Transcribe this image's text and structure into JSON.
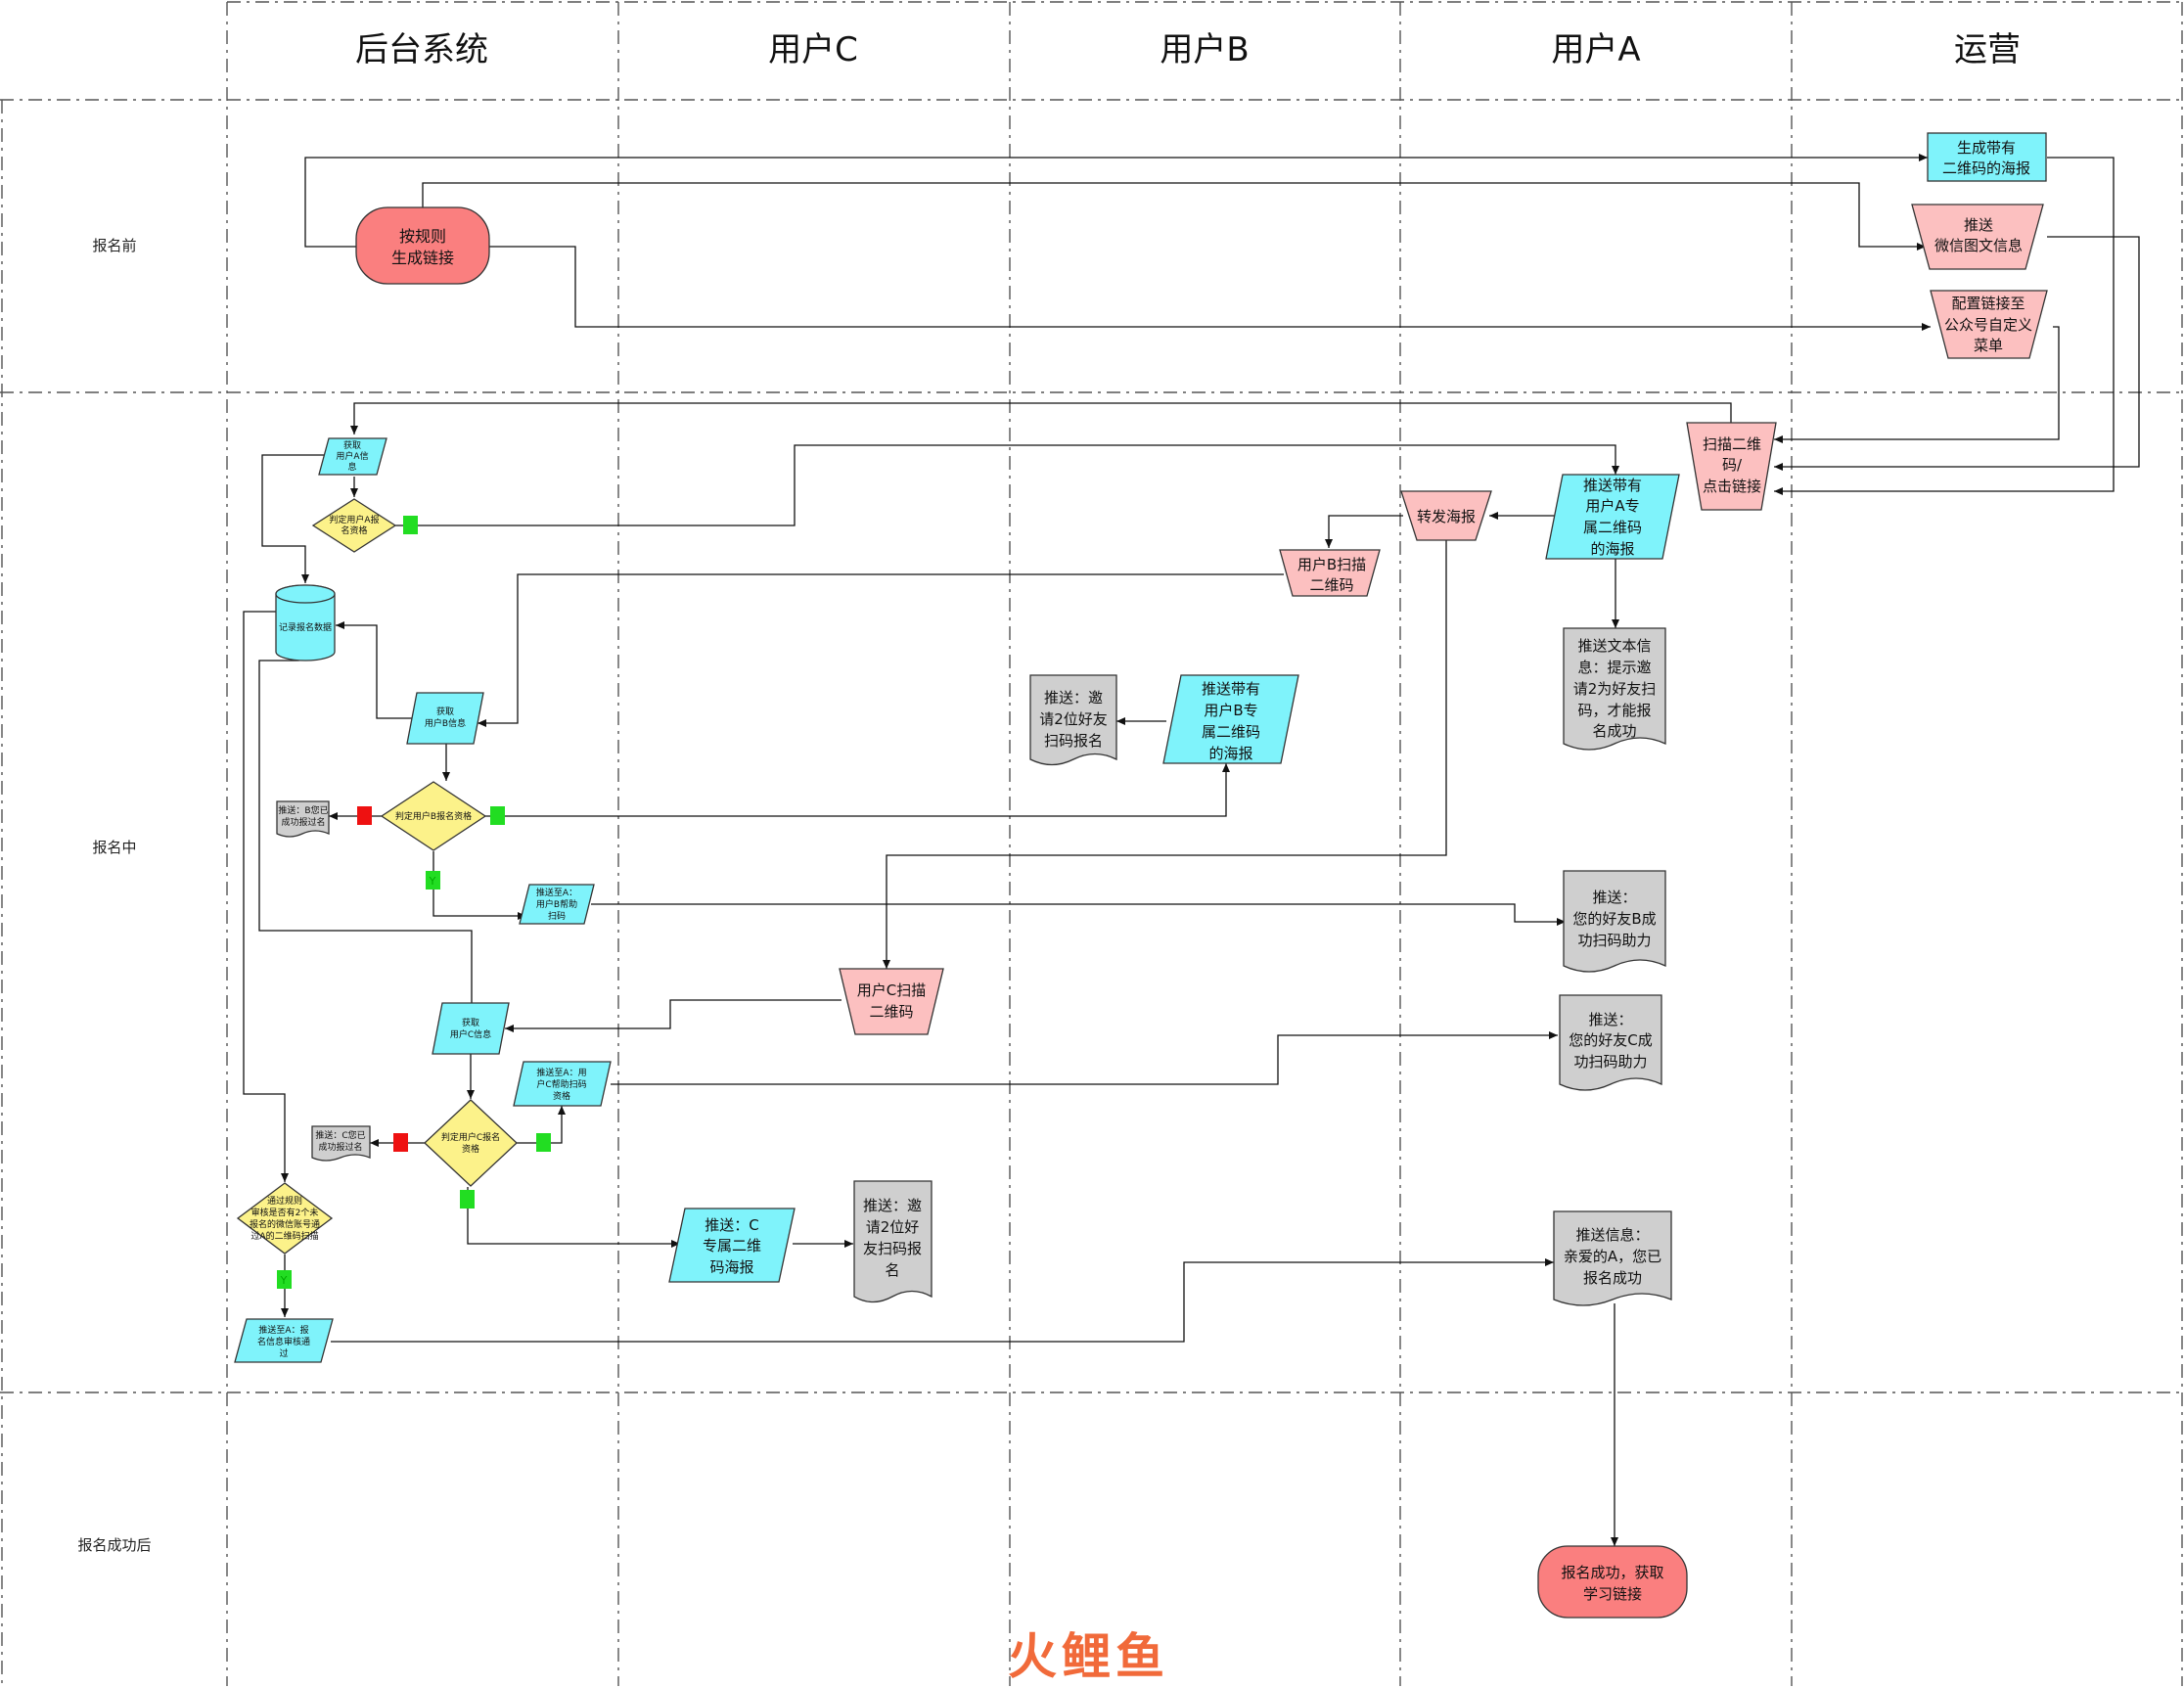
{
  "lanes": [
    "后台系统",
    "用户C",
    "用户B",
    "用户A",
    "运营"
  ],
  "rows": [
    "报名前",
    "报名中",
    "报名成功后"
  ],
  "nodes": {
    "gen_link": [
      "按规则",
      "生成链接"
    ],
    "gen_poster": [
      "生成带有",
      "二维码的海报"
    ],
    "push_wechat": [
      "推送",
      "微信图文信息"
    ],
    "config_menu": [
      "配置链接至",
      "公众号自定义",
      "菜单"
    ],
    "scan_click": [
      "扫描二维",
      "码/",
      "点击链接"
    ],
    "push_a_poster": [
      "推送带有",
      "用户A专",
      "属二维码",
      "的海报"
    ],
    "forward_poster": [
      "转发海报"
    ],
    "b_scan": [
      "用户B扫描",
      "二维码"
    ],
    "push_text_a": [
      "推送文本信",
      "息：提示邀",
      "请2为好友扫",
      "码，才能报",
      "名成功"
    ],
    "push_b_poster": [
      "推送带有",
      "用户B专",
      "属二维码",
      "的海报"
    ],
    "invite_b": [
      "推送：邀",
      "请2位好友",
      "扫码报名"
    ],
    "get_a": [
      "获取",
      "用户A信",
      "息"
    ],
    "judge_a": [
      "判定用户A报",
      "名资格"
    ],
    "record_db": [
      "记录报名数据"
    ],
    "get_b": [
      "获取",
      "用户B信息"
    ],
    "judge_b": [
      "判定用户B报名资格"
    ],
    "b_already": [
      "推送：B您已",
      "成功报过名"
    ],
    "push_a_b_helped": [
      "推送至A：",
      "用户B帮助",
      "扫码"
    ],
    "friend_b_ok": [
      "推送：",
      "您的好友B成",
      "功扫码助力"
    ],
    "c_scan": [
      "用户C扫描",
      "二维码"
    ],
    "get_c": [
      "获取",
      "用户C信息"
    ],
    "push_a_c_helped": [
      "推送至A：用",
      "户C帮助扫码",
      "资格"
    ],
    "friend_c_ok": [
      "推送：",
      "您的好友C成",
      "功扫码助力"
    ],
    "judge_c": [
      "判定用户C报名",
      "资格"
    ],
    "c_already": [
      "推送：C您已",
      "成功报过名"
    ],
    "check_rule": [
      "通过规则",
      "审核是否有2个未",
      "报名的微信账号通",
      "过A的二维码扫描"
    ],
    "push_c_poster": [
      "推送：C",
      "专属二维",
      "码海报"
    ],
    "invite_c": [
      "推送：邀",
      "请2位好",
      "友扫码报",
      "名"
    ],
    "push_a_approved": [
      "推送至A：报",
      "名信息审核通",
      "过"
    ],
    "dear_a": [
      "推送信息：",
      "亲爱的A，您已",
      "报名成功"
    ],
    "success": [
      "报名成功，获取",
      "学习链接"
    ]
  },
  "tags": {
    "yes": "Y"
  },
  "watermark": [
    "火",
    "鲤",
    "鱼"
  ],
  "colors": {
    "cyan": "#7ff3fb",
    "pink": "#fcc0c0",
    "red": "#fa7f7f",
    "yellow": "#fcf28a",
    "gray": "#cfcfcf",
    "tag_green": "#22dd22",
    "tag_red": "#ee1111"
  }
}
